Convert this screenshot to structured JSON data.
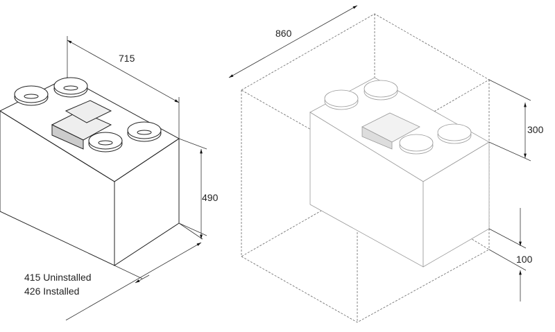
{
  "dimensions": {
    "width": "715",
    "height": "490",
    "depth_uninstalled": "415 Uninstalled",
    "depth_installed": "426 Installed",
    "clearance_width": "860",
    "top_clearance": "300",
    "bottom_clearance": "100"
  }
}
